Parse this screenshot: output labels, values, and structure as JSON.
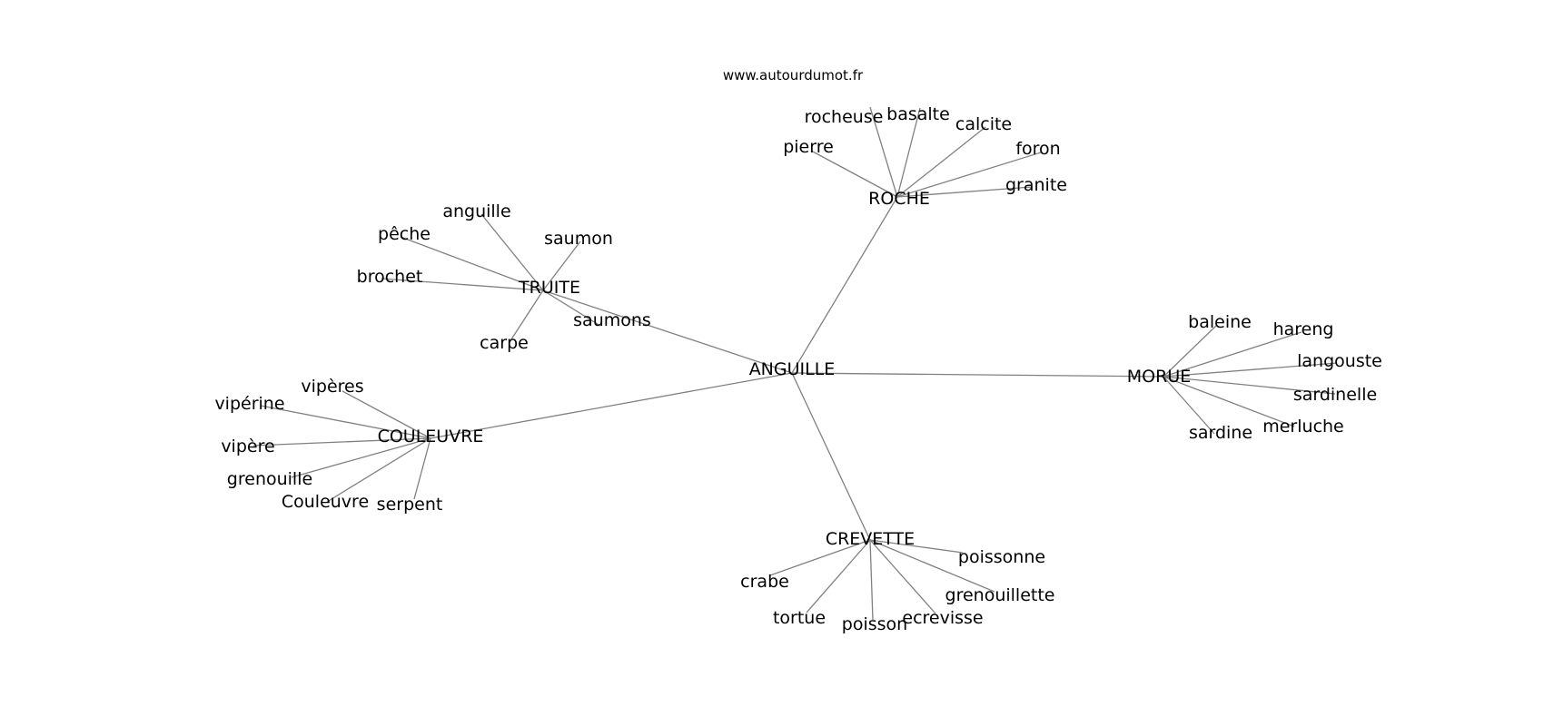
{
  "site": "www.autourdumot.fr",
  "graph": {
    "center": "ANGUILLE",
    "hubs": [
      {
        "label": "ROCHE",
        "leaves": [
          "rocheuse",
          "basalte",
          "calcite",
          "pierre",
          "foron",
          "granite"
        ]
      },
      {
        "label": "TRUITE",
        "leaves": [
          "anguille",
          "saumon",
          "pêche",
          "brochet",
          "saumons",
          "carpe"
        ]
      },
      {
        "label": "MORUE",
        "leaves": [
          "baleine",
          "hareng",
          "langouste",
          "sardinelle",
          "merluche",
          "sardine"
        ]
      },
      {
        "label": "COULEUVRE",
        "leaves": [
          "vipères",
          "vipérine",
          "vipère",
          "grenouille",
          "Couleuvre",
          "serpent"
        ]
      },
      {
        "label": "CREVETTE",
        "leaves": [
          "poissonne",
          "crabe",
          "grenouillette",
          "tortue",
          "poisson",
          "ecrevisse"
        ]
      }
    ]
  },
  "colors": {
    "edge": "#808080",
    "text": "#000000",
    "background": "#ffffff"
  }
}
